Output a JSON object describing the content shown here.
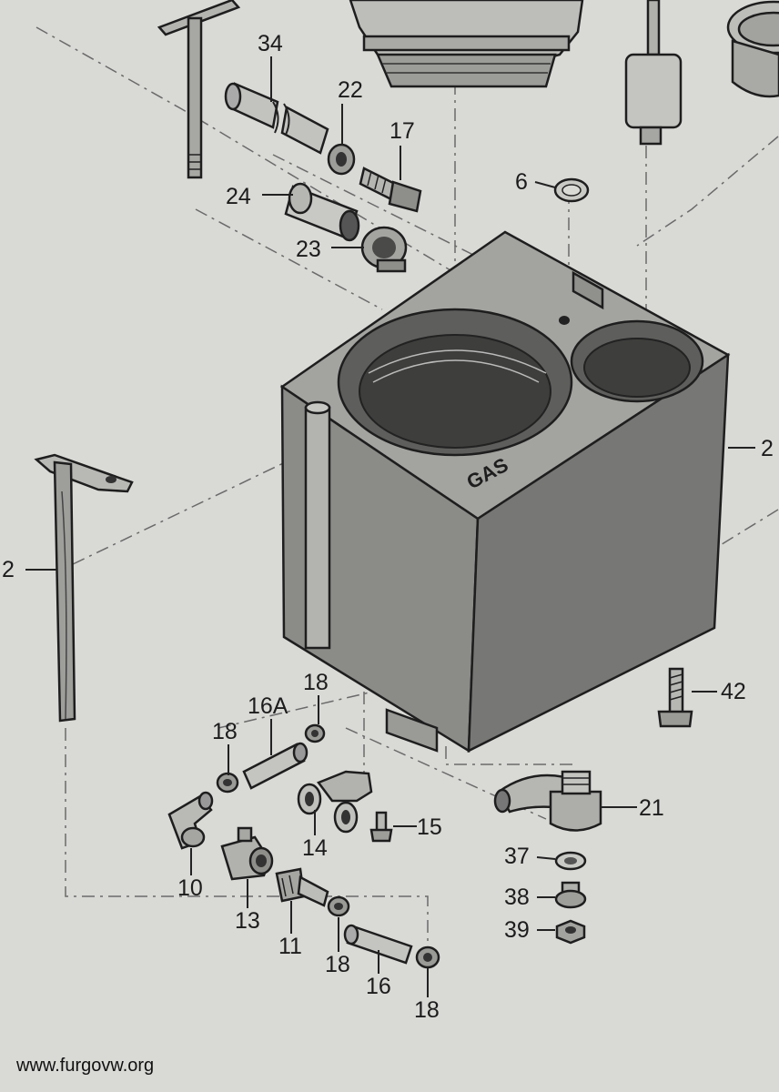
{
  "colors": {
    "paper": "#d9d9d6",
    "ink": "#1e1e1e",
    "block_front": "#8b8b88",
    "block_side": "#777775",
    "block_top": "#a3a3a0",
    "part_fill": "#b9b9b6"
  },
  "labels": {
    "p34": "34",
    "p22": "22",
    "p17": "17",
    "p6": "6",
    "p24": "24",
    "p23": "23",
    "p2_right": "2",
    "p2_left": "2",
    "p18_top": "18",
    "p16a": "16A",
    "p18_left": "18",
    "p42": "42",
    "p21": "21",
    "p15": "15",
    "p14": "14",
    "p10": "10",
    "p13": "13",
    "p11": "11",
    "p18_mid": "18",
    "p16": "16",
    "p18_bottom": "18",
    "p37": "37",
    "p38": "38",
    "p39": "39"
  },
  "block_stamp": "GAS",
  "watermark": "www.furgovw.org"
}
